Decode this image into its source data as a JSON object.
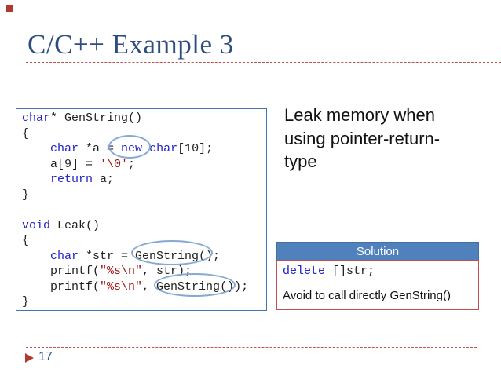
{
  "slide": {
    "title": "C/C++ Example 3",
    "page_number": "17"
  },
  "code_block": {
    "lines": [
      [
        [
          "k",
          "char"
        ],
        [
          "p",
          "* GenString()"
        ]
      ],
      [
        [
          "p",
          "{"
        ]
      ],
      [
        [
          "p",
          "    "
        ],
        [
          "k",
          "char"
        ],
        [
          "p",
          " *a = "
        ],
        [
          "k",
          "new"
        ],
        [
          "p",
          " "
        ],
        [
          "k",
          "char"
        ],
        [
          "p",
          "[10];"
        ]
      ],
      [
        [
          "p",
          "    a[9] = "
        ],
        [
          "s",
          "'\\0'"
        ],
        [
          "p",
          ";"
        ]
      ],
      [
        [
          "p",
          "    "
        ],
        [
          "k",
          "return"
        ],
        [
          "p",
          " a;"
        ]
      ],
      [
        [
          "p",
          "}"
        ]
      ],
      [],
      [
        [
          "k",
          "void"
        ],
        [
          "p",
          " Leak()"
        ]
      ],
      [
        [
          "p",
          "{"
        ]
      ],
      [
        [
          "p",
          "    "
        ],
        [
          "k",
          "char"
        ],
        [
          "p",
          " *str = GenString();"
        ]
      ],
      [
        [
          "p",
          "    printf("
        ],
        [
          "s",
          "\"%s\\n\""
        ],
        [
          "p",
          ", str);"
        ]
      ],
      [
        [
          "p",
          "    printf("
        ],
        [
          "s",
          "\"%s\\n\""
        ],
        [
          "p",
          ", GenString());"
        ]
      ],
      [
        [
          "p",
          "}"
        ]
      ]
    ]
  },
  "annotations": {
    "circled_terms": [
      "new",
      "GenString()",
      "GenString()"
    ]
  },
  "leak_note": {
    "text": "Leak memory when\nusing pointer-return-\ntype"
  },
  "solution": {
    "header": "Solution",
    "code_line": [
      [
        "k",
        "delete"
      ],
      [
        "p",
        " []str;"
      ]
    ],
    "note": "Avoid to call directly GenString()"
  },
  "colors": {
    "accent_blue": "#4f81bd",
    "accent_red": "#c0504d",
    "marker_red": "#b03a32",
    "title_navy": "#2c4d7e",
    "keyword_blue": "#2323c8",
    "string_red": "#a31515",
    "circle_blue": "#85a9d2",
    "box_border_blue": "#3f76ad"
  }
}
